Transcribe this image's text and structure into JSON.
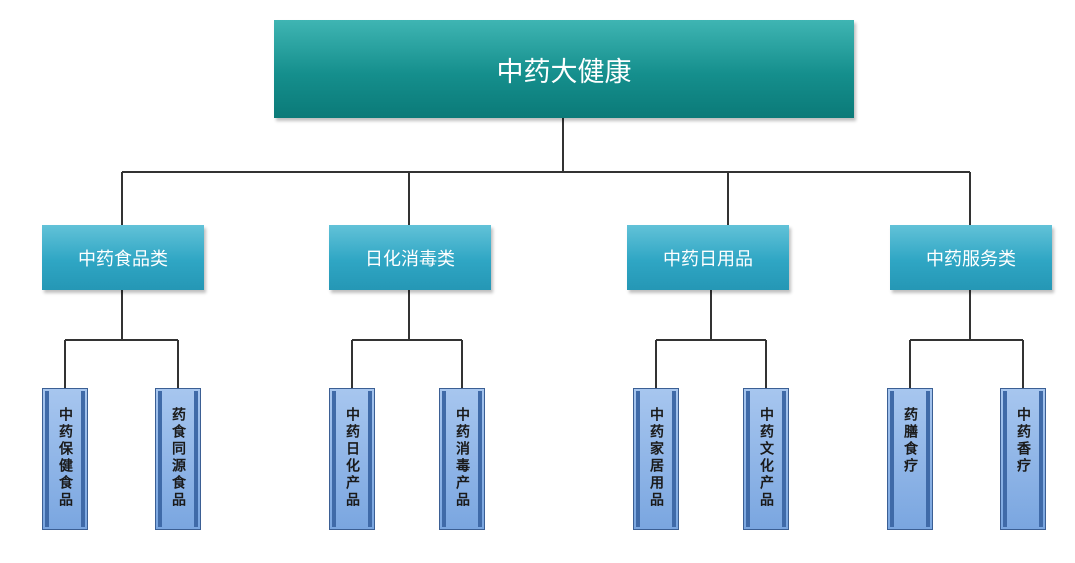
{
  "root": {
    "label": "中药大健康"
  },
  "categories": [
    {
      "label": "中药食品类",
      "children": [
        "中药保健食品",
        "药食同源食品"
      ]
    },
    {
      "label": "日化消毒类",
      "children": [
        "中药日化产品",
        "中药消毒产品"
      ]
    },
    {
      "label": "中药日用品",
      "children": [
        "中药家居用品",
        "中药文化产品"
      ]
    },
    {
      "label": "中药服务类",
      "children": [
        "药膳食疗",
        "中药香疗"
      ]
    }
  ],
  "colors": {
    "root_fill": "#158f8d",
    "category_fill": "#2fa6c4",
    "leaf_fill": "#7aa6e0",
    "leaf_border": "#3b5f94",
    "connector": "#333333"
  }
}
